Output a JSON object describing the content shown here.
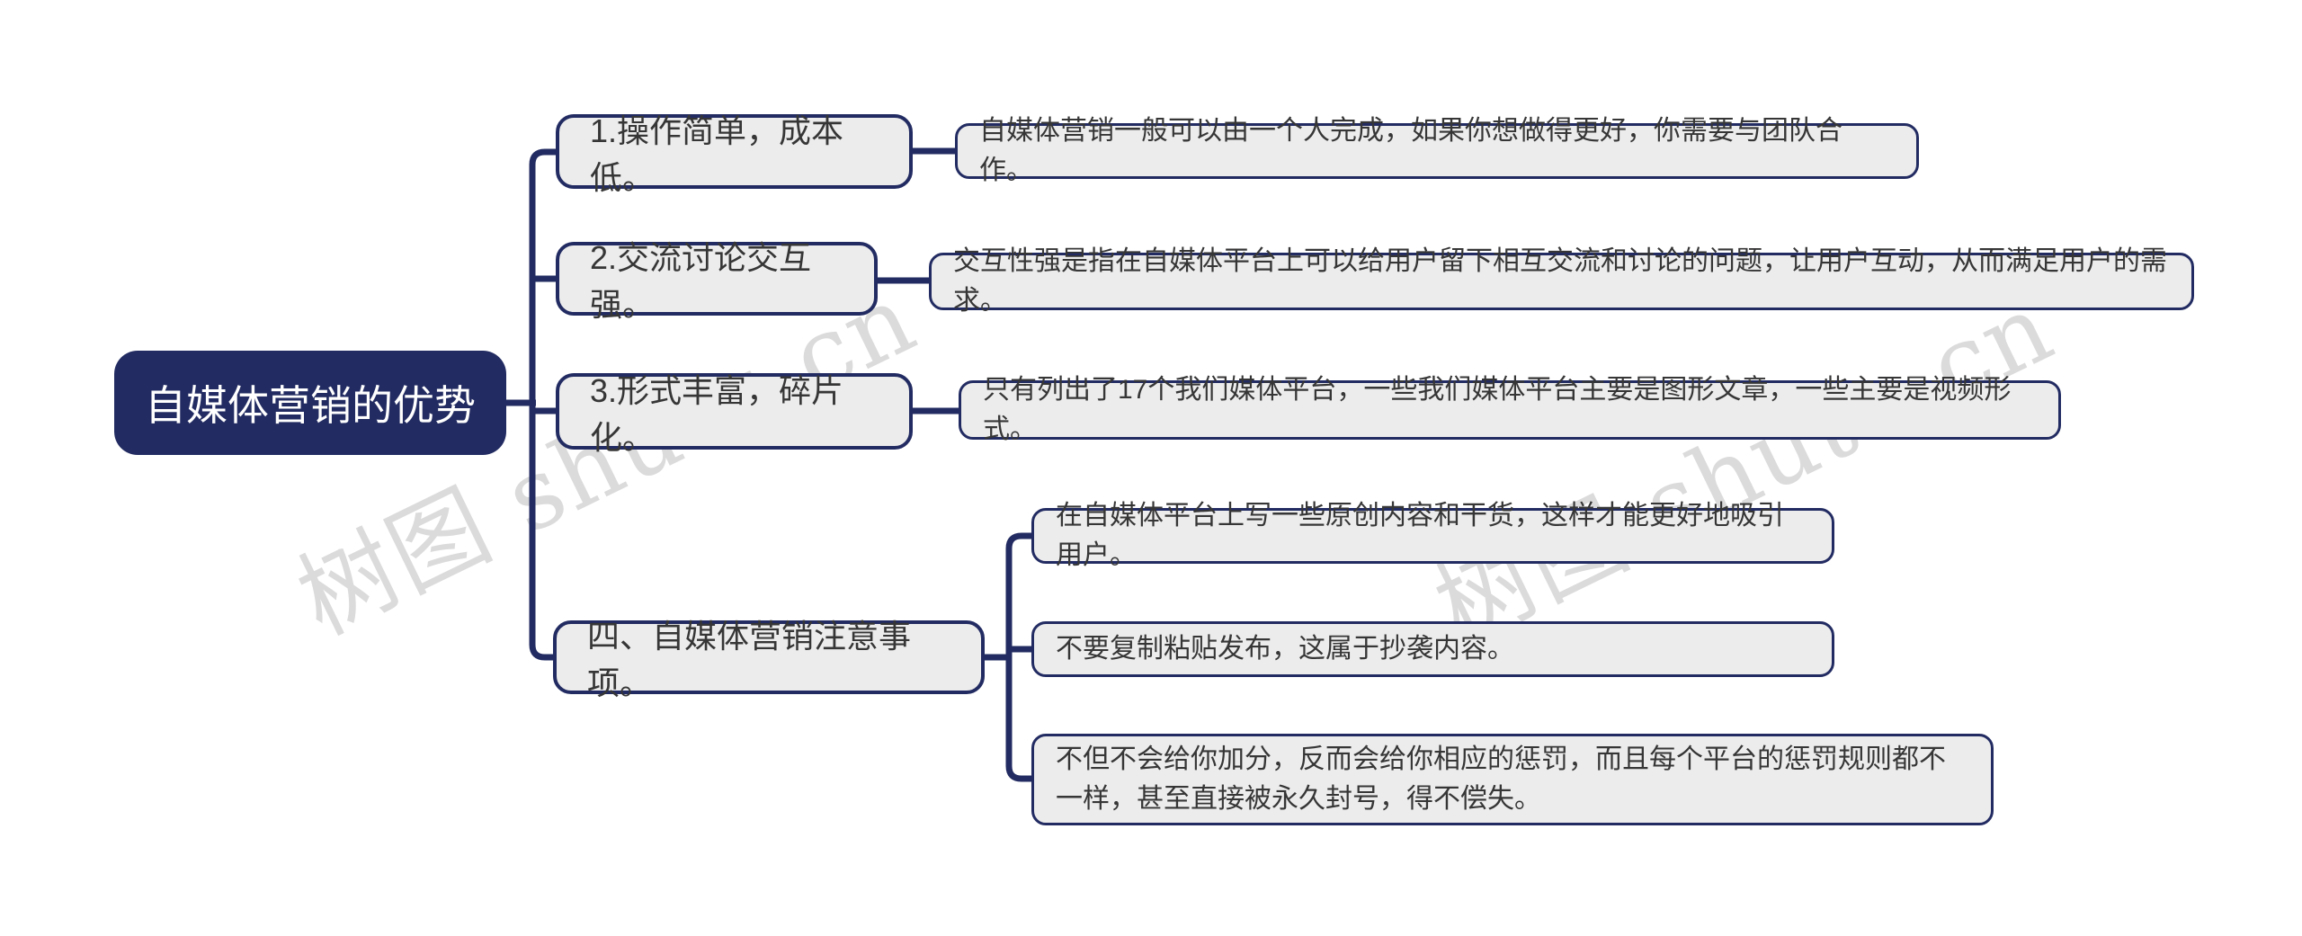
{
  "root": {
    "label": "自媒体营销的优势"
  },
  "branches": [
    {
      "label": "1.操作简单，成本低。",
      "details": [
        "自媒体营销一般可以由一个人完成，如果你想做得更好，你需要与团队合作。"
      ]
    },
    {
      "label": "2.交流讨论交互强。",
      "details": [
        "交互性强是指在自媒体平台上可以给用户留下相互交流和讨论的问题，让用户互动，从而满足用户的需求。"
      ]
    },
    {
      "label": "3.形式丰富，碎片化。",
      "details": [
        "只有列出了17个我们媒体平台，一些我们媒体平台主要是图形文章，一些主要是视频形式。"
      ]
    },
    {
      "label": "四、自媒体营销注意事项。",
      "details": [
        "在自媒体平台上写一些原创内容和干货，这样才能更好地吸引用户。",
        "不要复制粘贴发布，这属于抄袭内容。",
        "不但不会给你加分，反而会给你相应的惩罚，而且每个平台的惩罚规则都不一样，甚至直接被永久封号，得不偿失。"
      ]
    }
  ],
  "watermark": {
    "text": "树图 shutu.cn"
  },
  "colors": {
    "node_fill": "#232C62",
    "box_fill": "#ECECEC",
    "box_border": "#232C62",
    "box_text": "#363636",
    "root_text": "#FFFFFF",
    "watermark": "#DBDBDB",
    "background": "#FFFFFF"
  }
}
